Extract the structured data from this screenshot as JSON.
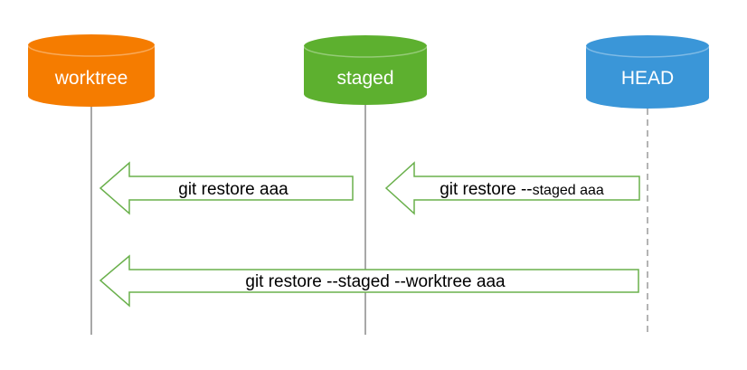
{
  "stores": [
    {
      "label": "worktree",
      "color": "#f57c00",
      "line_style": "solid"
    },
    {
      "label": "staged",
      "color": "#5db02f",
      "line_style": "solid"
    },
    {
      "label": "HEAD",
      "color": "#3a96d8",
      "line_style": "dashed"
    }
  ],
  "arrows": [
    {
      "from": "staged",
      "to": "worktree",
      "command": "git restore aaa"
    },
    {
      "from": "HEAD",
      "to": "staged",
      "command_main": "git restore --",
      "command_small": "staged aaa"
    },
    {
      "from": "HEAD",
      "to": "worktree",
      "command": "git restore --staged --worktree aaa"
    }
  ],
  "colors": {
    "arrow_stroke": "#6ab04c",
    "lifeline_solid": "#a8a8a8",
    "lifeline_dashed": "#b4b4b4"
  }
}
